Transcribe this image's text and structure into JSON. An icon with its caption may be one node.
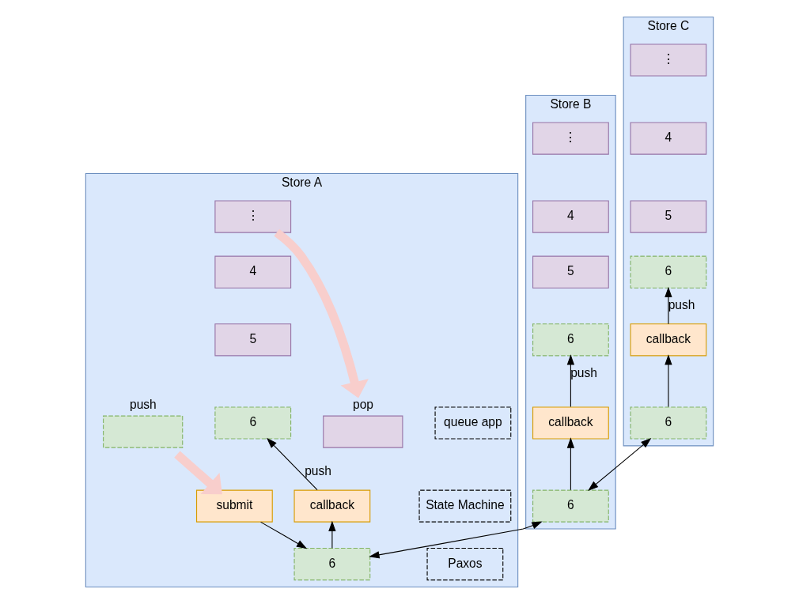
{
  "diagram": {
    "nodes": [
      {
        "text": [
          "Store A"
        ]
      },
      {
        "text": [
          "queue app"
        ],
        "in": 0
      },
      {
        "text": [
          "State Machine"
        ],
        "in": 0
      },
      {
        "text": [
          "Paxos"
        ],
        "in": 0
      },
      {
        "text": [
          "push"
        ],
        "in": 0
      },
      {
        "text": [
          "pop"
        ],
        "in": 0
      },
      {
        "text": [
          "⋮"
        ],
        "in": 0
      },
      {
        "text": [
          "4"
        ],
        "in": 0
      },
      {
        "text": [
          "5"
        ],
        "in": 0
      },
      {
        "text": [
          "6"
        ],
        "in": 0
      },
      {
        "text": [
          "callback"
        ],
        "in": 0
      },
      {
        "text": [
          "submit"
        ],
        "in": 0
      },
      {
        "text": [
          "6"
        ],
        "in": 0
      },
      {
        "text": [
          "Store B"
        ]
      },
      {
        "text": [
          "⋮"
        ],
        "in": 13
      },
      {
        "text": [
          "4"
        ],
        "in": 13
      },
      {
        "text": [
          "5"
        ],
        "in": 13
      },
      {
        "text": [
          "6"
        ],
        "in": 13
      },
      {
        "text": [
          "callback"
        ],
        "in": 13
      },
      {
        "text": [
          "6"
        ],
        "in": 13
      },
      {
        "text": [
          "Store C"
        ]
      },
      {
        "text": [
          "⋮"
        ],
        "in": 20
      },
      {
        "text": [
          "4"
        ],
        "in": 20
      },
      {
        "text": [
          "5"
        ],
        "in": 20
      },
      {
        "text": [
          "6"
        ],
        "in": 20
      },
      {
        "text": [
          "callback"
        ],
        "in": 20
      },
      {
        "text": [
          "6"
        ],
        "in": 20
      }
    ],
    "edges": [
      {
        "from": 4,
        "to": 11,
        "arrow": "to",
        "style": "thick",
        "color": "#f8cecc"
      },
      {
        "from": 6,
        "to": 5,
        "arrow": "to",
        "style": "thick",
        "color": "#f8cecc"
      },
      {
        "from": 11,
        "to": 12,
        "arrow": "to"
      },
      {
        "from": 12,
        "to": 10,
        "arrow": "to"
      },
      {
        "from": 10,
        "to": 9,
        "arrow": "to",
        "label": "push"
      },
      {
        "from": 12,
        "to": 19,
        "arrow": "both"
      },
      {
        "from": 19,
        "to": 18,
        "arrow": "to"
      },
      {
        "from": 18,
        "to": 17,
        "arrow": "to",
        "label": "push"
      },
      {
        "from": 19,
        "to": 26,
        "arrow": "both"
      },
      {
        "from": 26,
        "to": 25,
        "arrow": "to"
      },
      {
        "from": 25,
        "to": 24,
        "arrow": "to",
        "label": "push"
      }
    ]
  }
}
